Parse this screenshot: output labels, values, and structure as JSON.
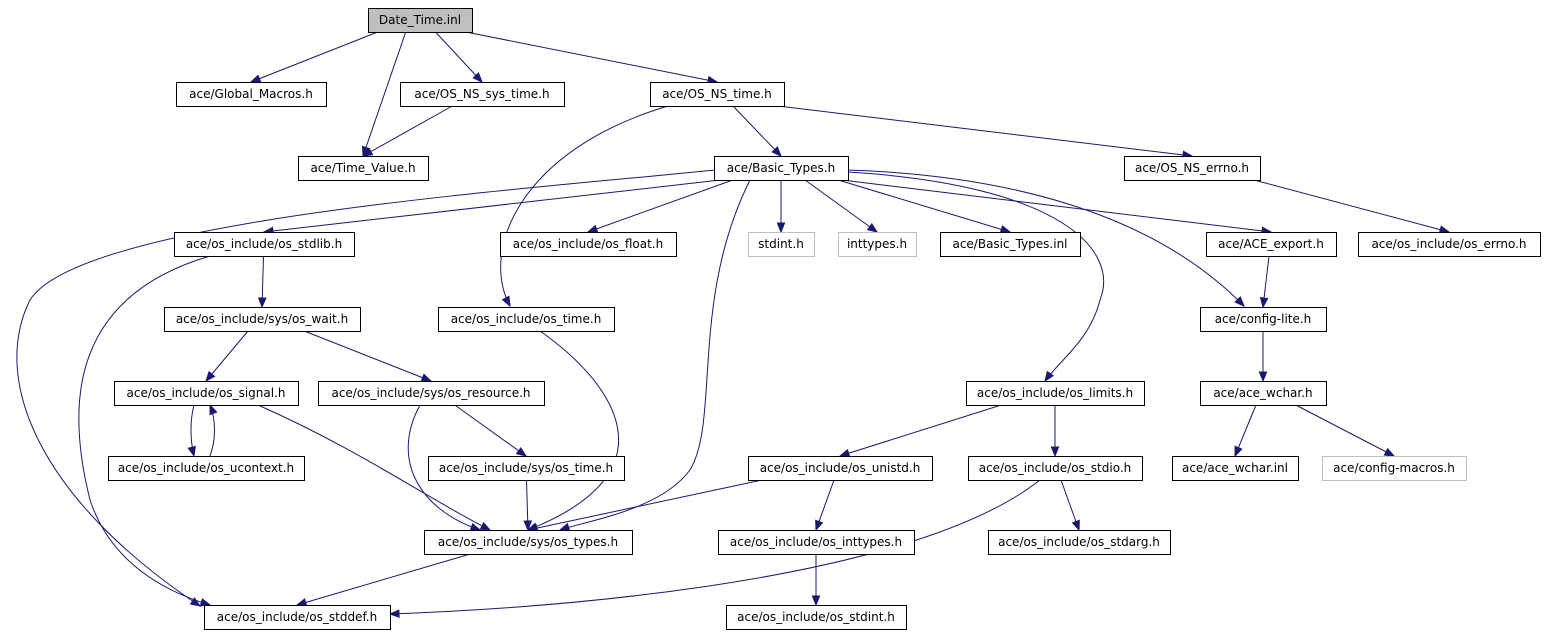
{
  "graph": {
    "nodes": [
      {
        "id": "date_time_inl",
        "label": "Date_Time.inl",
        "kind": "root"
      },
      {
        "id": "global_macros",
        "label": "ace/Global_Macros.h",
        "kind": "file"
      },
      {
        "id": "os_ns_sys_time",
        "label": "ace/OS_NS_sys_time.h",
        "kind": "file"
      },
      {
        "id": "os_ns_time",
        "label": "ace/OS_NS_time.h",
        "kind": "file"
      },
      {
        "id": "time_value",
        "label": "ace/Time_Value.h",
        "kind": "file"
      },
      {
        "id": "basic_types",
        "label": "ace/Basic_Types.h",
        "kind": "file"
      },
      {
        "id": "os_ns_errno",
        "label": "ace/OS_NS_errno.h",
        "kind": "file"
      },
      {
        "id": "os_stdlib",
        "label": "ace/os_include/os_stdlib.h",
        "kind": "file"
      },
      {
        "id": "os_float",
        "label": "ace/os_include/os_float.h",
        "kind": "file"
      },
      {
        "id": "stdint",
        "label": "stdint.h",
        "kind": "external"
      },
      {
        "id": "inttypes",
        "label": "inttypes.h",
        "kind": "external"
      },
      {
        "id": "basic_types_inl",
        "label": "ace/Basic_Types.inl",
        "kind": "file"
      },
      {
        "id": "ace_export",
        "label": "ace/ACE_export.h",
        "kind": "file"
      },
      {
        "id": "os_errno",
        "label": "ace/os_include/os_errno.h",
        "kind": "file"
      },
      {
        "id": "sys_os_wait",
        "label": "ace/os_include/sys/os_wait.h",
        "kind": "file"
      },
      {
        "id": "os_time",
        "label": "ace/os_include/os_time.h",
        "kind": "file"
      },
      {
        "id": "config_lite",
        "label": "ace/config-lite.h",
        "kind": "file"
      },
      {
        "id": "os_signal",
        "label": "ace/os_include/os_signal.h",
        "kind": "file"
      },
      {
        "id": "sys_os_resource",
        "label": "ace/os_include/sys/os_resource.h",
        "kind": "file"
      },
      {
        "id": "os_limits",
        "label": "ace/os_include/os_limits.h",
        "kind": "file"
      },
      {
        "id": "ace_wchar",
        "label": "ace/ace_wchar.h",
        "kind": "file"
      },
      {
        "id": "os_ucontext",
        "label": "ace/os_include/os_ucontext.h",
        "kind": "file"
      },
      {
        "id": "sys_os_time",
        "label": "ace/os_include/sys/os_time.h",
        "kind": "file"
      },
      {
        "id": "os_unistd",
        "label": "ace/os_include/os_unistd.h",
        "kind": "file"
      },
      {
        "id": "os_stdio",
        "label": "ace/os_include/os_stdio.h",
        "kind": "file"
      },
      {
        "id": "ace_wchar_inl",
        "label": "ace/ace_wchar.inl",
        "kind": "file"
      },
      {
        "id": "config_macros",
        "label": "ace/config-macros.h",
        "kind": "external"
      },
      {
        "id": "sys_os_types",
        "label": "ace/os_include/sys/os_types.h",
        "kind": "file"
      },
      {
        "id": "os_inttypes",
        "label": "ace/os_include/os_inttypes.h",
        "kind": "file"
      },
      {
        "id": "os_stdarg",
        "label": "ace/os_include/os_stdarg.h",
        "kind": "file"
      },
      {
        "id": "os_stddef",
        "label": "ace/os_include/os_stddef.h",
        "kind": "file"
      },
      {
        "id": "os_stdint",
        "label": "ace/os_include/os_stdint.h",
        "kind": "file"
      }
    ],
    "edges": [
      {
        "from": "date_time_inl",
        "to": "global_macros"
      },
      {
        "from": "date_time_inl",
        "to": "time_value"
      },
      {
        "from": "date_time_inl",
        "to": "os_ns_sys_time"
      },
      {
        "from": "date_time_inl",
        "to": "os_ns_time"
      },
      {
        "from": "os_ns_sys_time",
        "to": "time_value"
      },
      {
        "from": "os_ns_time",
        "to": "basic_types"
      },
      {
        "from": "os_ns_time",
        "to": "os_ns_errno"
      },
      {
        "from": "os_ns_time",
        "to": "os_time"
      },
      {
        "from": "os_ns_errno",
        "to": "os_errno"
      },
      {
        "from": "basic_types",
        "to": "os_stdlib"
      },
      {
        "from": "basic_types",
        "to": "os_float"
      },
      {
        "from": "basic_types",
        "to": "stdint"
      },
      {
        "from": "basic_types",
        "to": "inttypes"
      },
      {
        "from": "basic_types",
        "to": "basic_types_inl"
      },
      {
        "from": "basic_types",
        "to": "ace_export"
      },
      {
        "from": "basic_types",
        "to": "config_lite"
      },
      {
        "from": "basic_types",
        "to": "os_limits"
      },
      {
        "from": "basic_types",
        "to": "sys_os_types"
      },
      {
        "from": "basic_types",
        "to": "os_stddef"
      },
      {
        "from": "os_stdlib",
        "to": "sys_os_wait"
      },
      {
        "from": "os_stdlib",
        "to": "os_stddef"
      },
      {
        "from": "sys_os_wait",
        "to": "os_signal"
      },
      {
        "from": "sys_os_wait",
        "to": "sys_os_resource"
      },
      {
        "from": "os_signal",
        "to": "os_ucontext"
      },
      {
        "from": "os_ucontext",
        "to": "os_signal"
      },
      {
        "from": "os_signal",
        "to": "sys_os_types"
      },
      {
        "from": "sys_os_resource",
        "to": "sys_os_time"
      },
      {
        "from": "sys_os_resource",
        "to": "sys_os_types"
      },
      {
        "from": "sys_os_time",
        "to": "sys_os_types"
      },
      {
        "from": "os_time",
        "to": "sys_os_types"
      },
      {
        "from": "ace_export",
        "to": "config_lite"
      },
      {
        "from": "config_lite",
        "to": "ace_wchar"
      },
      {
        "from": "ace_wchar",
        "to": "ace_wchar_inl"
      },
      {
        "from": "ace_wchar",
        "to": "config_macros"
      },
      {
        "from": "os_limits",
        "to": "os_unistd"
      },
      {
        "from": "os_limits",
        "to": "os_stdio"
      },
      {
        "from": "os_unistd",
        "to": "sys_os_types"
      },
      {
        "from": "os_unistd",
        "to": "os_inttypes"
      },
      {
        "from": "os_stdio",
        "to": "os_stdarg"
      },
      {
        "from": "os_stdio",
        "to": "os_stddef"
      },
      {
        "from": "os_inttypes",
        "to": "os_stdint"
      },
      {
        "from": "sys_os_types",
        "to": "os_stddef"
      }
    ]
  },
  "colors": {
    "edge": "#191970",
    "node_border": "#000000",
    "external_border": "#bfbfbf",
    "root_fill": "#bfbfbf",
    "background": "#ffffff"
  }
}
